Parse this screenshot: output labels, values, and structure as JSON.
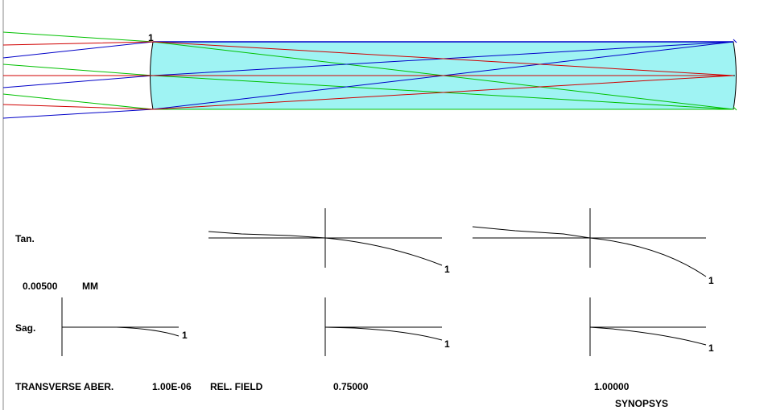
{
  "colors": {
    "lens_fill": "#9ff3f3",
    "ray_green": "#00c000",
    "ray_blue": "#0000c8",
    "ray_red": "#d00000",
    "axis": "#000000"
  },
  "lens": {
    "surface_label": "1"
  },
  "plot": {
    "tan_label": "Tan.",
    "sag_label": "Sag.",
    "scale_value": "0.00500",
    "scale_unit": "MM",
    "curve_label": "1"
  },
  "footer": {
    "title": "TRANSVERSE ABER.",
    "wavelength_value": "1.00E-06",
    "rel_field_label": "REL. FIELD",
    "field_0_75": "0.75000",
    "field_1_00": "1.00000",
    "brand": "SYNOPSYS"
  }
}
